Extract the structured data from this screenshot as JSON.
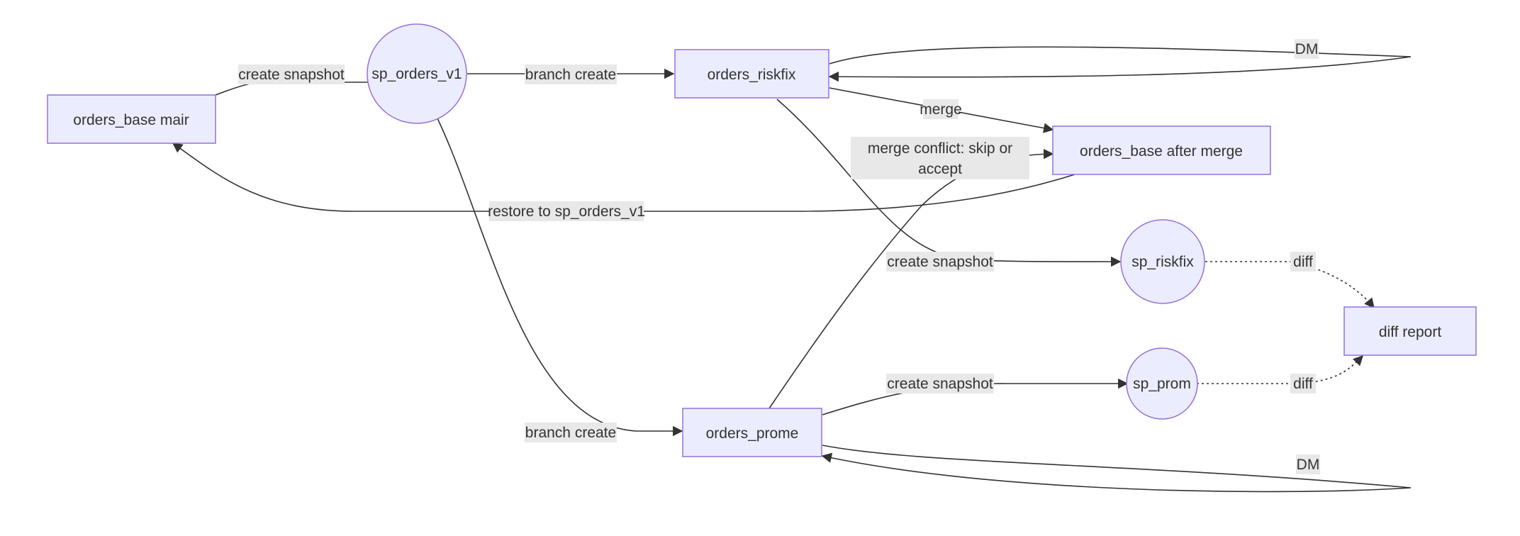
{
  "diagram": {
    "type": "flowchart",
    "colors": {
      "node_fill": "#ECECFF",
      "node_stroke": "#9370DB",
      "edge": "#333333",
      "label_bg": "#E8E8E8",
      "text": "#333333"
    },
    "nodes": {
      "orders_base_main": "orders_base mair",
      "sp_orders_v1": "sp_orders_v1",
      "orders_riskfix": "orders_riskfix",
      "orders_base_after_merge": "orders_base after merge",
      "sp_riskfix": "sp_riskfix",
      "diff_report": "diff report",
      "sp_prom": "sp_prom",
      "orders_prom": "orders_promе"
    },
    "edges": {
      "main_to_sp_v1": "create snapshot",
      "sp_v1_to_riskfix": "branch create",
      "sp_v1_to_prom": "branch create",
      "riskfix_dml": "DM",
      "riskfix_merge": "mergе",
      "merge_to_main": "restore to sp_orders_v1",
      "prom_conflict_line1": "merge conflict: skip or",
      "prom_conflict_line2": "accept",
      "riskfix_snapshot": "create snapshot",
      "prom_snapshot": "create snapshot",
      "sp_riskfix_diff": "diff",
      "sp_prom_diff": "diff",
      "prom_dml": "DM"
    }
  }
}
